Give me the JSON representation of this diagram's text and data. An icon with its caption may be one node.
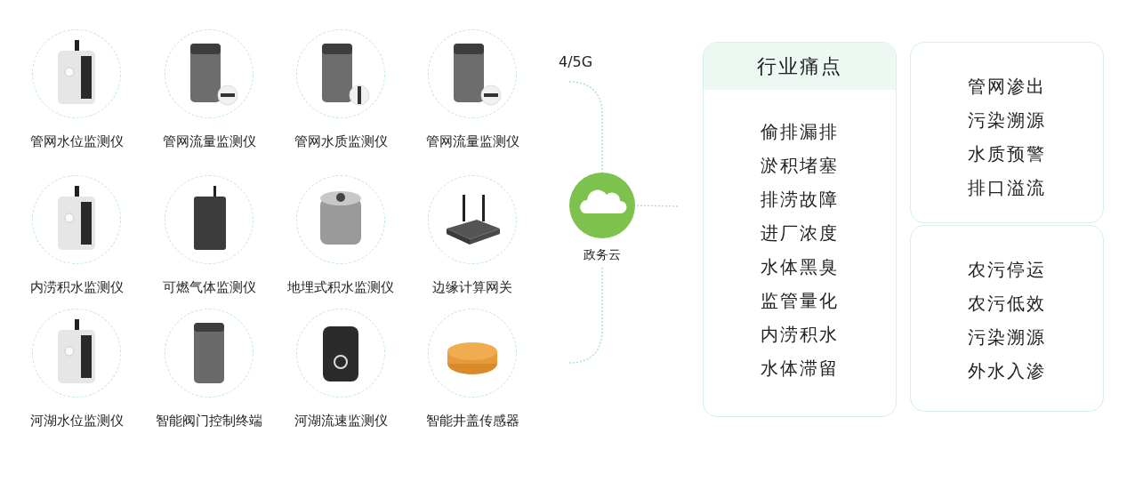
{
  "diagram": {
    "nodes": [
      {
        "text": [
          "管网水位监测仪"
        ]
      },
      {
        "text": [
          "管网流量监测仪"
        ]
      },
      {
        "text": [
          "管网水质监测仪"
        ]
      },
      {
        "text": [
          "管网流量监测仪"
        ]
      },
      {
        "text": [
          "内涝积水监测仪"
        ]
      },
      {
        "text": [
          "可燃气体监测仪"
        ]
      },
      {
        "text": [
          "地埋式积水监测仪"
        ]
      },
      {
        "text": [
          "边缘计算网关"
        ]
      },
      {
        "text": [
          "河湖水位监测仪"
        ]
      },
      {
        "text": [
          "智能阀门控制终端"
        ]
      },
      {
        "text": [
          "河湖流速监测仪"
        ]
      },
      {
        "text": [
          "智能井盖传感器"
        ]
      },
      {
        "text": [
          "政务云"
        ]
      },
      {
        "text": [
          "行业痛点",
          "偷排漏排",
          "淤积堵塞",
          "排涝故障",
          "进厂浓度",
          "水体黑臭",
          "监管量化",
          "内涝积水",
          "水体滞留"
        ]
      },
      {
        "text": [
          "管网渗出",
          "污染溯源",
          "水质预警",
          "排口溢流"
        ]
      },
      {
        "text": [
          "农污停运",
          "农污低效",
          "污染溯源",
          "外水入渗"
        ]
      }
    ],
    "edges": [
      {
        "from": null,
        "to": 12,
        "arrow": "none",
        "style": "dashed"
      },
      {
        "from": null,
        "to": 12,
        "arrow": "none",
        "style": "dashed"
      },
      {
        "from": 12,
        "to": null,
        "arrow": "none",
        "style": "dashed"
      }
    ],
    "labels": [
      "4/5G"
    ]
  }
}
